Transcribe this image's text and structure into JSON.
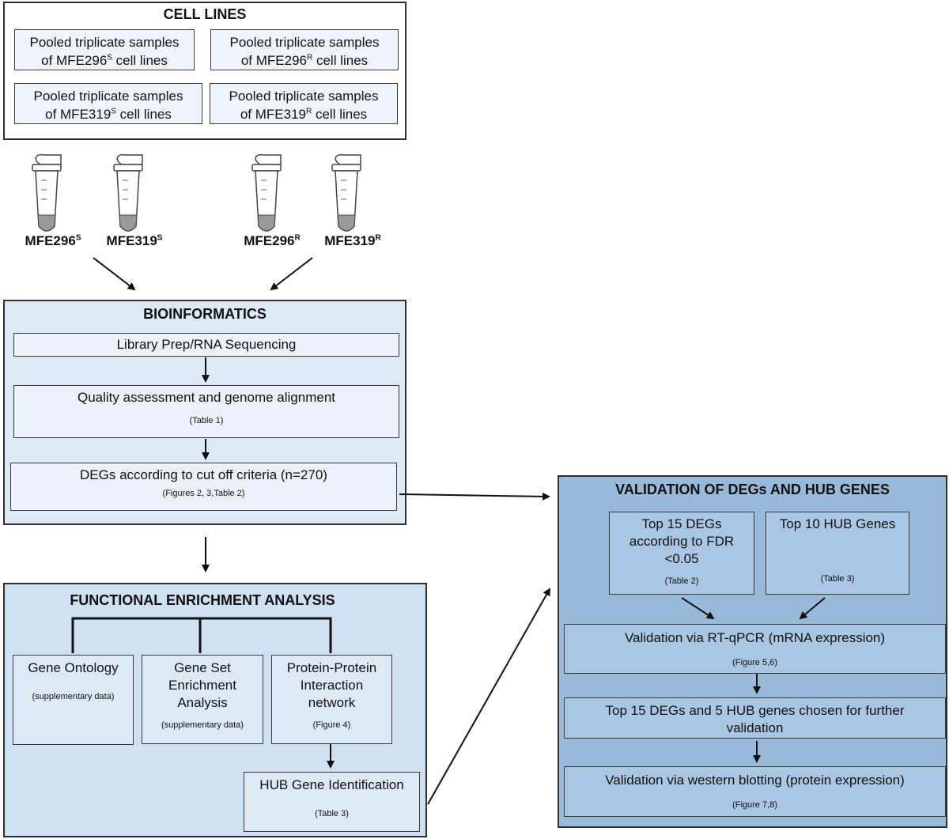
{
  "cell_lines": {
    "title": "CELL LINES",
    "samples": [
      {
        "line1": "Pooled triplicate samples",
        "line2_pre": "of MFE296",
        "sup": "S",
        "line2_post": " cell lines"
      },
      {
        "line1": "Pooled triplicate samples",
        "line2_pre": "of MFE296",
        "sup": "R",
        "line2_post": " cell lines"
      },
      {
        "line1": "Pooled triplicate samples",
        "line2_pre": "of MFE319",
        "sup": "S",
        "line2_post": " cell lines"
      },
      {
        "line1": "Pooled triplicate samples",
        "line2_pre": "of MFE319",
        "sup": "R",
        "line2_post": " cell lines"
      }
    ]
  },
  "tubes": [
    {
      "name": "MFE296",
      "sup": "S"
    },
    {
      "name": "MFE319",
      "sup": "S"
    },
    {
      "name": "MFE296",
      "sup": "R"
    },
    {
      "name": "MFE319",
      "sup": "R"
    }
  ],
  "bioinformatics": {
    "title": "BIOINFORMATICS",
    "step1": "Library Prep/RNA Sequencing",
    "step2": "Quality assessment and genome alignment",
    "step2_ref": "(Table 1)",
    "step3": "DEGs according to cut off criteria (n=270)",
    "step3_ref": "(Figures 2, 3,Table 2)"
  },
  "functional": {
    "title": "FUNCTIONAL ENRICHMENT ANALYSIS",
    "go": "Gene Ontology",
    "go_ref": "(supplementary data)",
    "gsea": "Gene Set Enrichment Analysis",
    "gsea_ref": "(supplementary data)",
    "ppi": "Protein-Protein Interaction network",
    "ppi_ref": "(Figure 4)",
    "hub": "HUB Gene Identification",
    "hub_ref": "(Table 3)"
  },
  "validation": {
    "title": "VALIDATION  OF DEGs AND HUB GENES",
    "top15": "Top 15 DEGs according to FDR <0.05",
    "top15_ref": "(Table 2)",
    "top10": "Top 10 HUB Genes",
    "top10_ref": "(Table 3)",
    "rtqpcr": "Validation via RT-qPCR (mRNA  expression)",
    "rtqpcr_ref": "(Figure 5,6)",
    "chosen": "Top 15 DEGs and 5 HUB genes chosen for further validation",
    "western": "Validation via western blotting  (protein expression)",
    "western_ref": "(Figure 7,8)"
  }
}
